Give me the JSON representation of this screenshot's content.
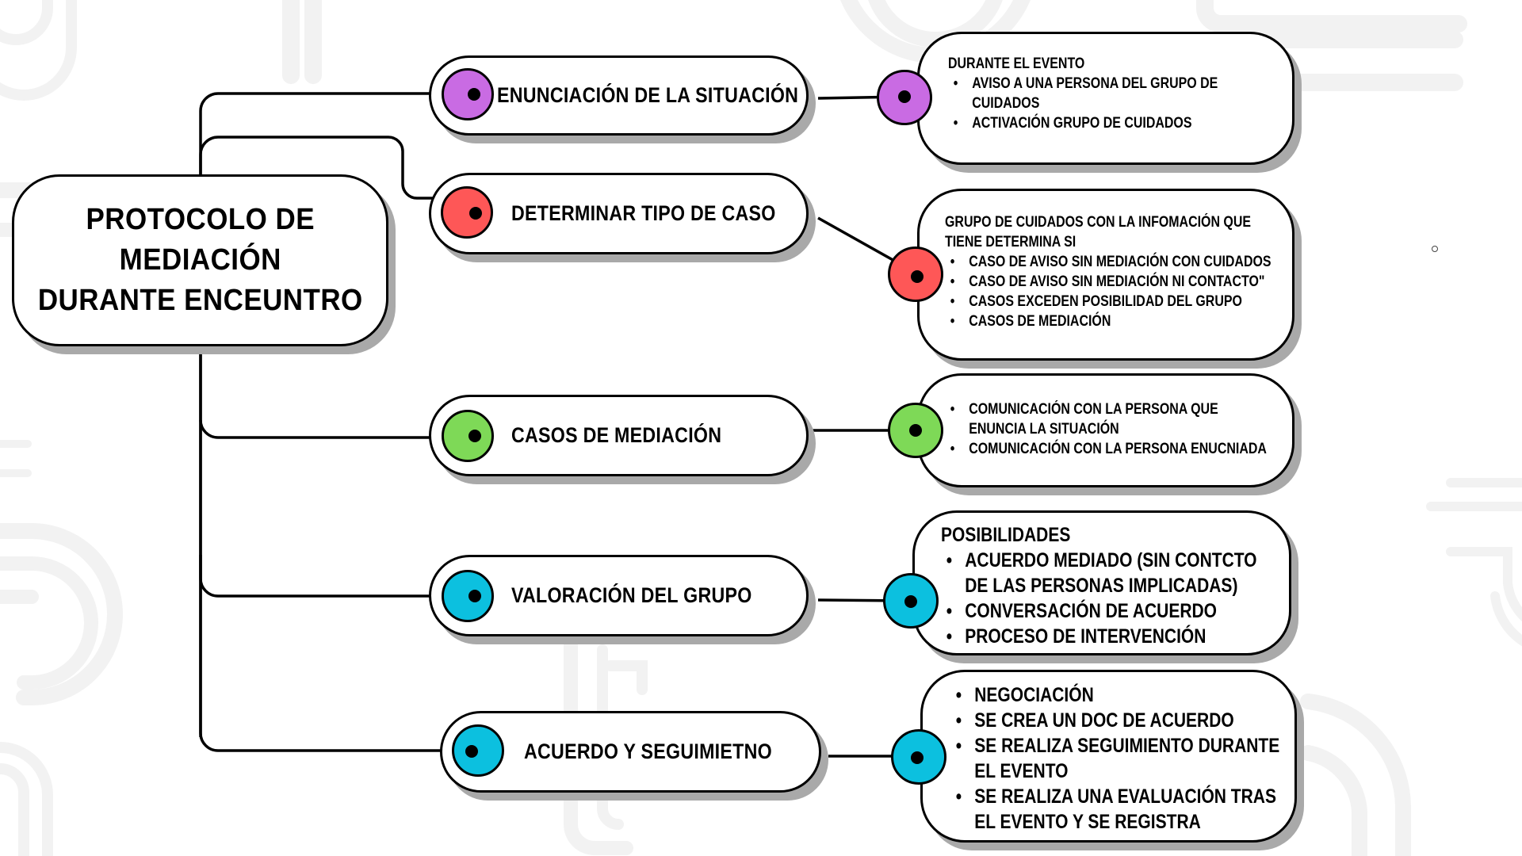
{
  "diagram": {
    "root": {
      "title_lines": [
        "PROTOCOLO DE",
        "MEDIACIÓN",
        "DURANTE ENCEUNTRO"
      ]
    },
    "branches": [
      {
        "label": "ENUNCIACIÓN DE LA SITUACIÓN",
        "color": "#c96be3",
        "icon": "purple-node-icon",
        "detail": {
          "heading": "DURANTE EL EVENTO",
          "heading_lines": [],
          "items": [
            [
              "AVISO A UNA PERSONA DEL GRUPO DE",
              "CUIDADOS"
            ],
            [
              "ACTIVACIÓN GRUPO DE CUIDADOS"
            ]
          ]
        }
      },
      {
        "label": "DETERMINAR TIPO DE CASO",
        "color": "#fe5757",
        "icon": "red-node-icon",
        "detail": {
          "heading": "",
          "heading_lines": [
            "GRUPO DE CUIDADOS CON LA INFOMACIÓN QUE",
            "TIENE DETERMINA SI"
          ],
          "items": [
            [
              "CASO DE AVISO SIN MEDIACIÓN CON CUIDADOS"
            ],
            [
              "CASO DE AVISO SIN MEDIACIÓN NI CONTACTO\""
            ],
            [
              "CASOS EXCEDEN POSIBILIDAD DEL GRUPO"
            ],
            [
              "CASOS DE MEDIACIÓN"
            ]
          ]
        }
      },
      {
        "label": "CASOS DE MEDIACIÓN",
        "color": "#7ed957",
        "icon": "green-node-icon",
        "detail": {
          "heading": "",
          "heading_lines": [],
          "items": [
            [
              "COMUNICACIÓN CON LA PERSONA QUE",
              "ENUNCIA LA SITUACIÓN"
            ],
            [
              "COMUNICACIÓN CON LA PERSONA ENUCNIADA"
            ]
          ]
        }
      },
      {
        "label": "VALORACIÓN DEL GRUPO",
        "color": "#0cc0df",
        "icon": "blue-node-icon",
        "detail": {
          "heading": "POSIBILIDADES",
          "heading_lines": [],
          "items": [
            [
              "ACUERDO MEDIADO (SIN CONTCTO",
              "DE LAS PERSONAS IMPLICADAS)"
            ],
            [
              "CONVERSACIÓN DE ACUERDO"
            ],
            [
              "PROCESO DE INTERVENCIÓN"
            ]
          ]
        }
      },
      {
        "label": "ACUERDO Y SEGUIMIETNO",
        "color": "#0cc0df",
        "icon": "blue-node-icon",
        "detail": {
          "heading": "",
          "heading_lines": [],
          "items": [
            [
              "NEGOCIACIÓN"
            ],
            [
              "SE CREA UN DOC DE ACUERDO"
            ],
            [
              "SE REALIZA SEGUIMIENTO DURANTE",
              "EL EVENTO"
            ],
            [
              "SE REALIZA UNA EVALUACIÓN TRAS",
              "EL EVENTO Y SE REGISTRA"
            ]
          ]
        }
      }
    ],
    "colors": {
      "outline": "#000000",
      "shadow": "#a9a9a9",
      "background_deco": "#f2f2f2"
    }
  }
}
